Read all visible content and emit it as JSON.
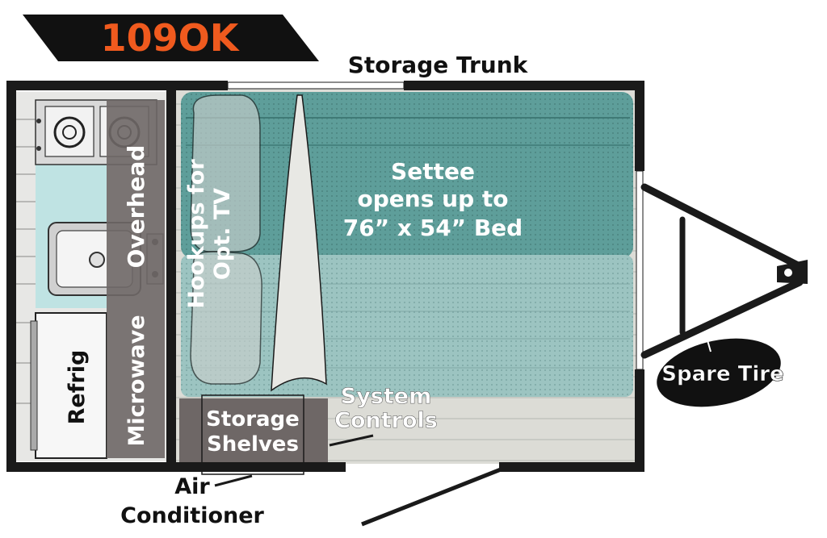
{
  "model": {
    "name": "109OK"
  },
  "labels": {
    "storage_trunk": "Storage Trunk",
    "settee_line1": "Settee",
    "settee_line2": "opens up to",
    "settee_line3": "76” x 54” Bed",
    "hookups_line1": "Hookups for",
    "hookups_line2": "Opt. TV",
    "overhead": "Overhead",
    "microwave": "Microwave",
    "refrig": "Refrig",
    "storage_shelves_line1": "Storage",
    "storage_shelves_line2": "Shelves",
    "system_controls_line1": "System",
    "system_controls_line2": "Controls",
    "air_conditioner_line1": "Air",
    "air_conditioner_line2": "Conditioner",
    "spare_tire": "Spare Tire"
  },
  "colors": {
    "model_badge_bg": "#111111",
    "model_text": "#f05a1e",
    "wall": "#1a1a1a",
    "settee_teal": "#5e9e9a",
    "settee_light": "#8fbdba",
    "floor": "#d8d8d2",
    "cabinet_dark": "#6e6766",
    "counter": "#bfe3e3",
    "label_white": "#ffffff",
    "label_black": "#111111"
  }
}
